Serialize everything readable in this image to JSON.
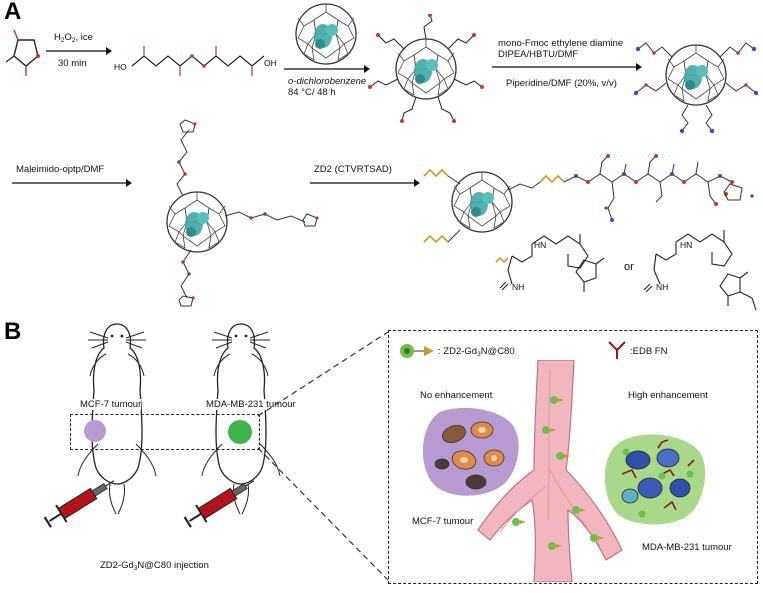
{
  "panels": {
    "a": "A",
    "b": "B"
  },
  "panelA": {
    "step1": {
      "reagent_main": "H",
      "reagent_sub": "2",
      "reagent_mid": "O",
      "reagent_sub2": "2",
      "reagent_tail": ", ice",
      "time": "30 min"
    },
    "acid_label_left": "HO",
    "acid_label_right": "OH",
    "step2": {
      "solvent": "o-dichlorobenzene",
      "conditions": "84 °C/ 48 h"
    },
    "step3": {
      "line1": "mono-Fmoc ethylene diamine",
      "line2": "DIPEA/HBTU/DMF",
      "line3": "Piperidine/DMF (20%, v/v)"
    },
    "step4": {
      "reagent": "Maleimido-optp/DMF"
    },
    "step5": {
      "reagent": "ZD2 (CTVRTSAD)"
    },
    "legend": {
      "or_text": "or",
      "nh_a": "HN",
      "nh_b": "NH",
      "nh_c": "HN",
      "nh_d": "NH"
    }
  },
  "panelB": {
    "mouse_left_label": "MCF-7 tumour",
    "mouse_right_label": "MDA-MB-231 tumour",
    "injection": {
      "pre": "ZD2-Gd",
      "sub": "3",
      "post": "N@C80 injection"
    },
    "inset": {
      "legend_probe": {
        "pre": ": ZD2-Gd",
        "sub": "3",
        "post": "N@C80"
      },
      "legend_edb": ":EDB FN",
      "no_enhancement": "No enhancement",
      "high_enhancement": "High enhancement",
      "left_tumour": "MCF-7 tumour",
      "right_tumour": "MDA-MB-231 tumour"
    }
  },
  "colors": {
    "fullerene_cage": "#3a3a3a",
    "gd_core": "#3fa7a5",
    "linker_red": "#c0392b",
    "linker_blue": "#3b4fa8",
    "peptide_gold": "#c89b2a",
    "tumour_purple": "#b79ad0",
    "tumour_green": "#6fc04b",
    "vessel_pink": "#f1b6c0",
    "syringe_red": "#b3141c"
  }
}
